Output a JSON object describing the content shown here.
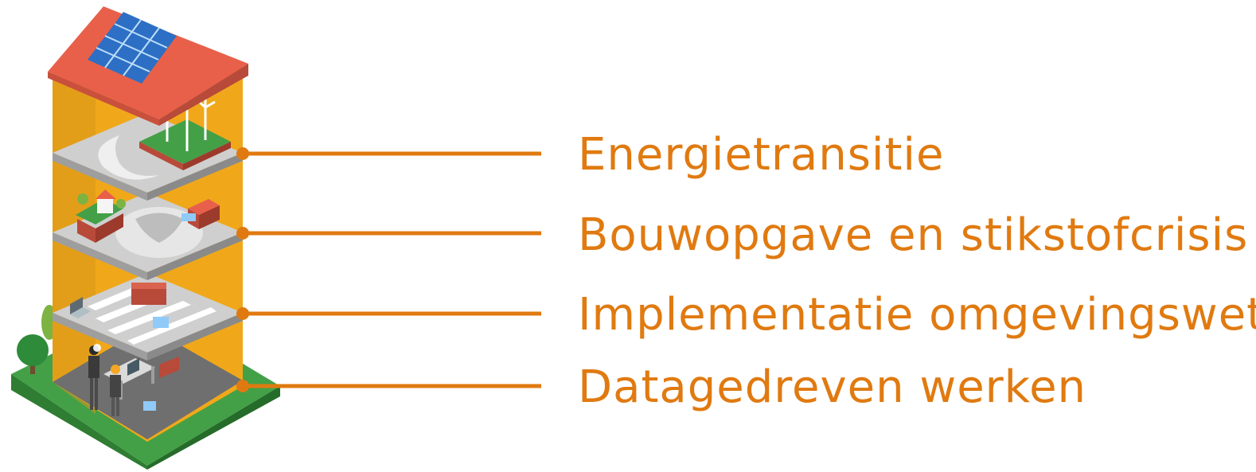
{
  "colors": {
    "accent": "#E07A10",
    "wall": "#F0A81A",
    "roof": "#E8604A",
    "floor": "#CFCFCF",
    "grass": "#43A047",
    "solar": "#2D6FC4"
  },
  "layers": [
    {
      "label": "Energietransitie",
      "icon": "wind-turbine-icon"
    },
    {
      "label": "Bouwopgave en stikstofcrisis",
      "icon": "house-icon"
    },
    {
      "label": "Implementatie omgevingswet",
      "icon": "laptop-icon"
    },
    {
      "label": "Datagedreven werken",
      "icon": "people-at-desk-icon"
    }
  ]
}
